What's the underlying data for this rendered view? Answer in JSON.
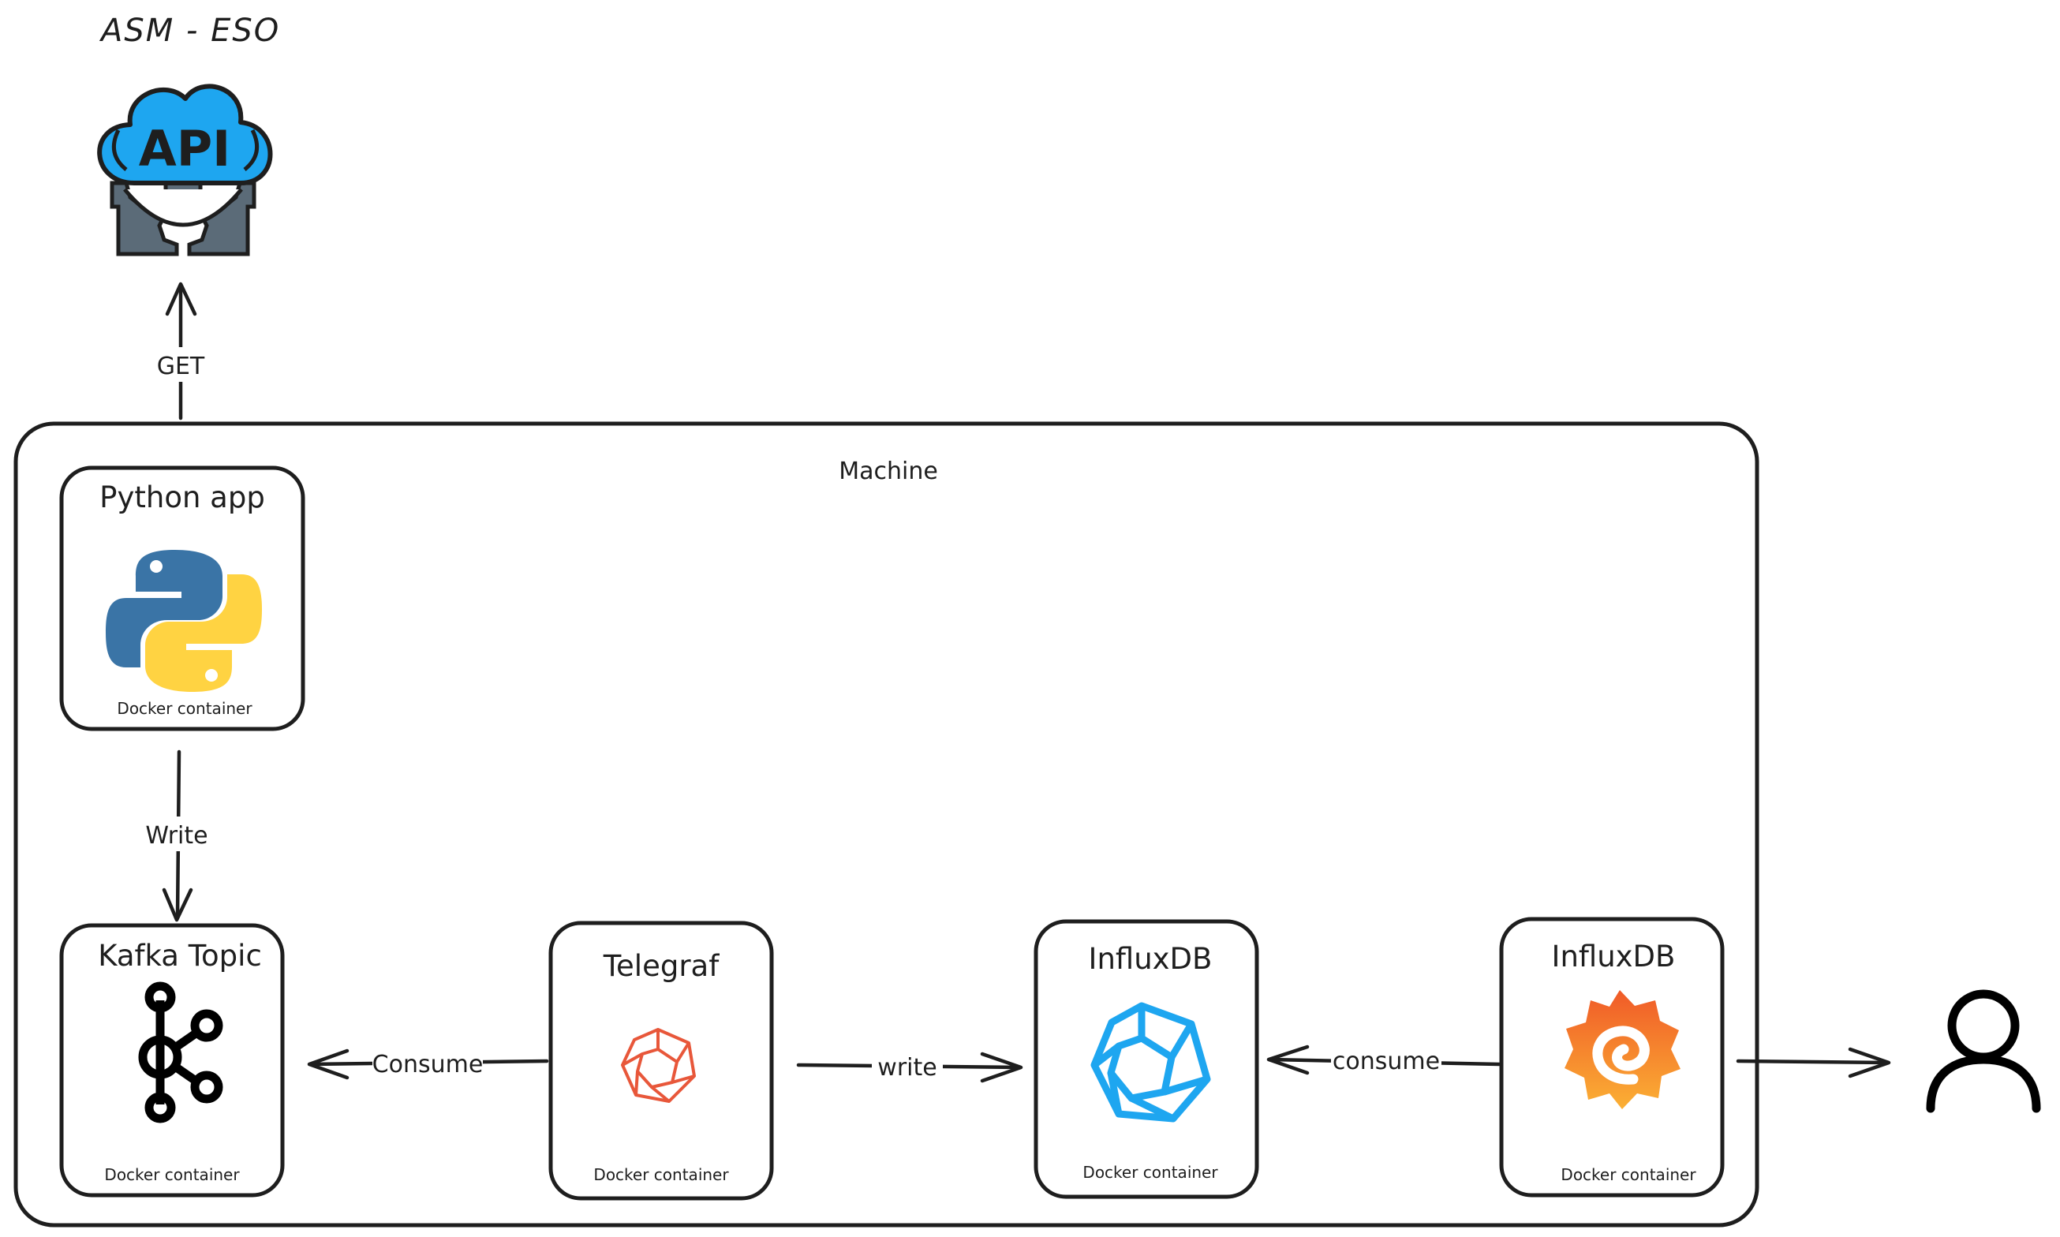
{
  "title": "ASM - ESO",
  "api_icon_text": "API",
  "machine": {
    "label": "Machine"
  },
  "nodes": {
    "python": {
      "title": "Python app",
      "subtitle": "Docker container"
    },
    "kafka": {
      "title": "Kafka Topic",
      "subtitle": "Docker container"
    },
    "telegraf": {
      "title": "Telegraf",
      "subtitle": "Docker container"
    },
    "influxdb": {
      "title": "InfluxDB",
      "subtitle": "Docker container"
    },
    "grafana": {
      "title": "InfluxDB",
      "subtitle": "Docker container"
    }
  },
  "edges": {
    "get": "GET",
    "write_kafka": "Write",
    "consume_kafka": "Consume",
    "write_influx": "write",
    "consume_influx": "consume"
  },
  "colors": {
    "stroke": "#1e1e1e",
    "api_cloud": "#1ea6f0",
    "api_gear": "#5b6b78",
    "python_blue": "#3a74a6",
    "python_yellow": "#ffd342",
    "telegraf": "#e8573a",
    "influx": "#1ea6f0",
    "grafana_orange": "#f05a28",
    "grafana_yellow": "#fbb034"
  },
  "icons": [
    "api-cloud-icon",
    "python-logo-icon",
    "kafka-logo-icon",
    "telegraf-logo-icon",
    "influxdb-logo-icon",
    "grafana-logo-icon",
    "user-icon"
  ]
}
